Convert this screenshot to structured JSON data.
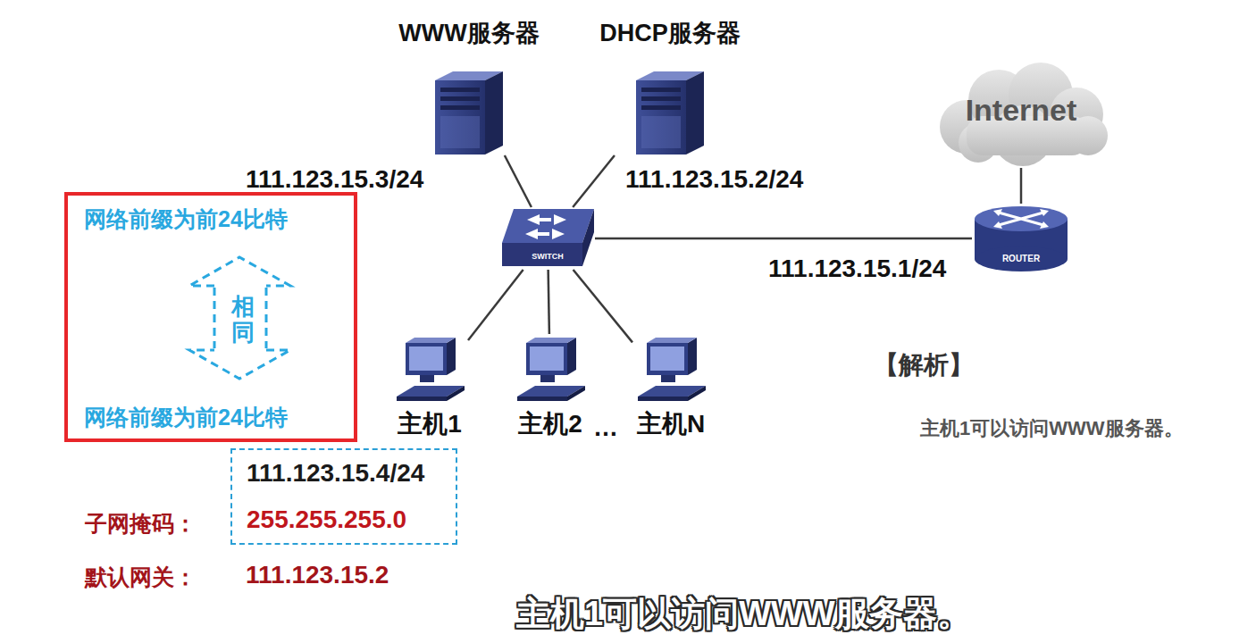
{
  "diagram": {
    "nodes": [
      {
        "text": [
          "WWW服务器"
        ]
      },
      {
        "text": [
          "DHCP服务器"
        ]
      },
      {
        "text": [
          "Internet"
        ]
      },
      {
        "text": [
          "SWITCH"
        ]
      },
      {
        "text": [
          "ROUTER"
        ]
      },
      {
        "text": [
          "网络前缀为前24比特",
          "相同",
          "网络前缀为前24比特"
        ]
      },
      {
        "text": [
          "主机1"
        ]
      },
      {
        "text": [
          "主机2"
        ]
      },
      {
        "text": [
          "主机N"
        ]
      },
      {
        "text": [
          "111.123.15.4/24",
          "255.255.255.0"
        ]
      }
    ],
    "edges": [
      {
        "from": 0,
        "to": 3,
        "arrow": "none"
      },
      {
        "from": 1,
        "to": 3,
        "arrow": "none"
      },
      {
        "from": 3,
        "to": 4,
        "arrow": "none"
      },
      {
        "from": 4,
        "to": 2,
        "arrow": "none"
      },
      {
        "from": 3,
        "to": 6,
        "arrow": "none"
      },
      {
        "from": 3,
        "to": 7,
        "arrow": "none"
      },
      {
        "from": 3,
        "to": 8,
        "arrow": "none"
      }
    ],
    "labels": [
      "111.123.15.3/24",
      "111.123.15.2/24",
      "111.123.15.1/24",
      "…",
      "【解析】",
      "主机1可以访问WWW服务器。",
      "子网掩码：",
      "默认网关：",
      "111.123.15.2",
      "主机1可以访问WWW服务器。"
    ]
  }
}
